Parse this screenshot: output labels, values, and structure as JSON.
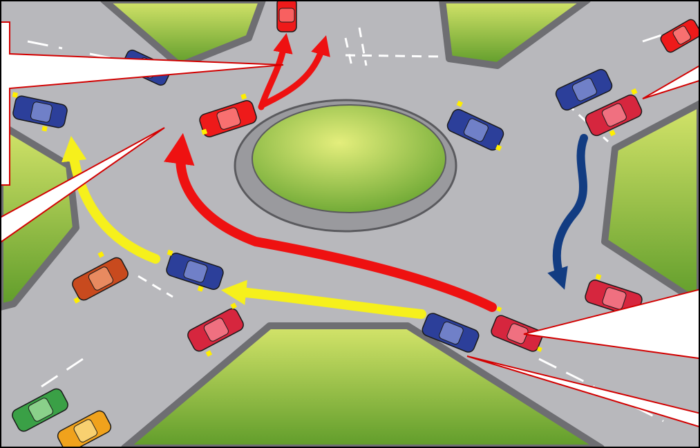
{
  "scene": {
    "colors": {
      "grass_light": "#c8dc5a",
      "grass_dark": "#6ea832",
      "road": "#b8b8bc",
      "curb": "#8a8a8e",
      "curb_edge": "#4a4a4e",
      "lane_mark": "#ffffff",
      "arrow_red": "#ee1111",
      "arrow_yellow": "#f6f01c",
      "arrow_blue": "#123c82",
      "callout_line": "#d20000",
      "callout_fill": "#ffffff",
      "indicator": "#ffee00",
      "car_red": "#d6263e",
      "car_red_bright": "#ee1a1a",
      "car_blue": "#2c3f9a",
      "car_orange": "#c84a1e",
      "car_green": "#3aa046",
      "car_amber": "#f0a21c"
    },
    "cars": [
      {
        "id": "top-exit-red",
        "color": "car_red_bright"
      },
      {
        "id": "top-left-blue",
        "color": "car_blue"
      },
      {
        "id": "top-right-corner-red",
        "color": "car_red_bright"
      },
      {
        "id": "right-entry-blue",
        "color": "car_blue"
      },
      {
        "id": "right-entry-red",
        "color": "car_red"
      },
      {
        "id": "center-right-blue",
        "color": "car_blue"
      },
      {
        "id": "center-red",
        "color": "car_red_bright"
      },
      {
        "id": "left-top-blue",
        "color": "car_blue"
      },
      {
        "id": "left-orange",
        "color": "car_orange"
      },
      {
        "id": "left-mid-blue",
        "color": "car_blue"
      },
      {
        "id": "bottom-left-red",
        "color": "car_red"
      },
      {
        "id": "bottom-blue",
        "color": "car_blue"
      },
      {
        "id": "bottom-right-red",
        "color": "car_red"
      },
      {
        "id": "right-lower-red",
        "color": "car_red"
      },
      {
        "id": "corner-green",
        "color": "car_green"
      },
      {
        "id": "corner-amber",
        "color": "car_amber"
      }
    ],
    "arrows": [
      {
        "id": "red-fork-exit",
        "color": "arrow_red"
      },
      {
        "id": "red-long-curve",
        "color": "arrow_red"
      },
      {
        "id": "yellow-left-curve",
        "color": "arrow_yellow"
      },
      {
        "id": "yellow-straight",
        "color": "arrow_yellow"
      },
      {
        "id": "blue-wavy",
        "color": "arrow_blue"
      }
    ],
    "callouts": [
      {
        "id": "callout-top-left"
      },
      {
        "id": "callout-mid-left"
      },
      {
        "id": "callout-top-right"
      },
      {
        "id": "callout-bottom-right"
      }
    ]
  }
}
